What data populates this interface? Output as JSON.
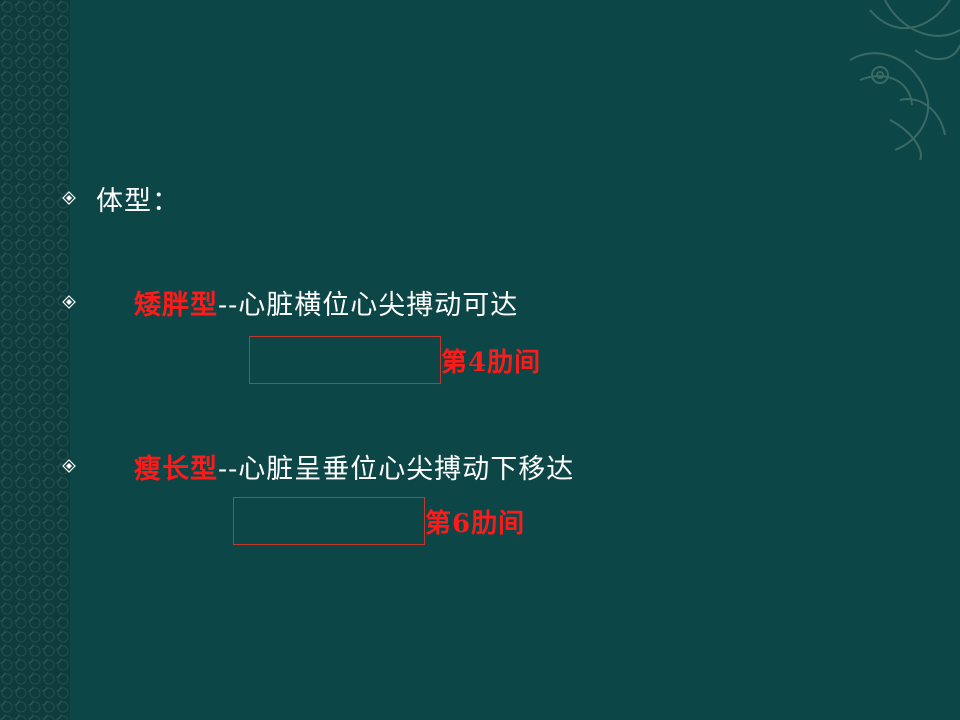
{
  "slide": {
    "heading": "体型：",
    "items": [
      {
        "term": "矮胖型",
        "desc": "--心脏横位心尖搏动可达",
        "sub": "第4肋间"
      },
      {
        "term": "瘦长型",
        "desc": "--心脏呈垂位心尖搏动下移达",
        "sub": "第6肋间"
      }
    ]
  },
  "colors": {
    "background": "#0c4646",
    "highlight": "#ff1a1a",
    "text": "#ffffff"
  },
  "icons": {
    "bullet": "diamond-bullet-icon",
    "ornament": "phoenix-ornament-icon"
  }
}
